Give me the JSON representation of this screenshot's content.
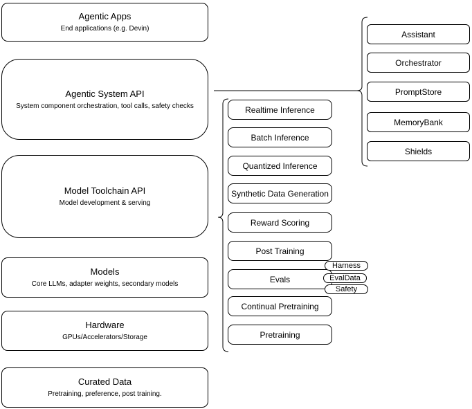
{
  "diagram": {
    "left_stack": [
      {
        "title": "Agentic Apps",
        "subtitle": "End applications (e.g. Devin)"
      },
      {
        "title": "Agentic System API",
        "subtitle": "System component orchestration, tool calls, safety checks"
      },
      {
        "title": "Model Toolchain API",
        "subtitle": "Model development & serving"
      },
      {
        "title": "Models",
        "subtitle": "Core LLMs, adapter weights, secondary models"
      },
      {
        "title": "Hardware",
        "subtitle": "GPUs/Accelerators/Storage"
      },
      {
        "title": "Curated Data",
        "subtitle": "Pretraining, preference, post training."
      }
    ],
    "toolchain_components": [
      "Realtime Inference",
      "Batch Inference",
      "Quantized Inference",
      "Synthetic Data Generation",
      "Reward Scoring",
      "Post Training",
      "Evals",
      "Continual Pretraining",
      "Pretraining"
    ],
    "eval_tags": [
      "Harness",
      "EvalData",
      "Safety"
    ],
    "system_components": [
      "Assistant",
      "Orchestrator",
      "PromptStore",
      "MemoryBank",
      "Shields"
    ],
    "colors": {
      "stroke": "#000000",
      "fill": "#ffffff",
      "text": "#000000",
      "background": "#ffffff"
    }
  }
}
